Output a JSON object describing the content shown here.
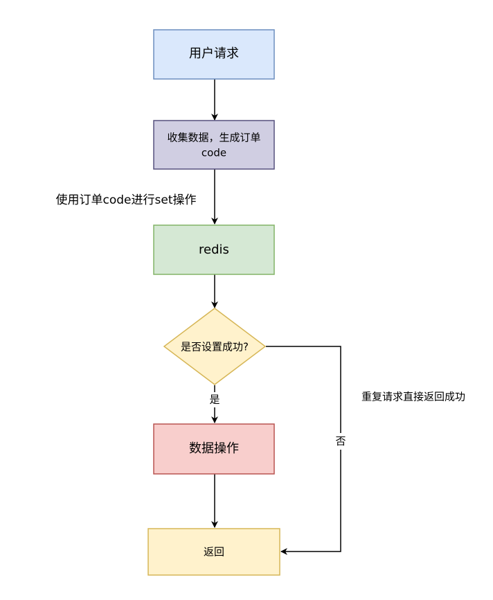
{
  "nodes": {
    "user_request": {
      "label": "用户请求",
      "fill": "#dae8fc",
      "stroke": "#6c8ebf"
    },
    "collect_data": {
      "label_line1": "收集数据，生成订单",
      "label_line2": "code",
      "fill": "#d0cee2",
      "stroke": "#56517e"
    },
    "redis": {
      "label": "redis",
      "fill": "#d5e8d4",
      "stroke": "#82b366"
    },
    "decision": {
      "label": "是否设置成功?",
      "fill": "#fff2cc",
      "stroke": "#d6b656"
    },
    "data_operation": {
      "label": "数据操作",
      "fill": "#f8cecc",
      "stroke": "#b85450"
    },
    "return": {
      "label": "返回",
      "fill": "#fff2cc",
      "stroke": "#d6b656"
    }
  },
  "edges": {
    "set_operation_label": "使用订单code进行set操作",
    "yes_label": "是",
    "no_label": "否",
    "repeat_label": "重复请求直接返回成功"
  },
  "colors": {
    "edge": "#000000"
  }
}
